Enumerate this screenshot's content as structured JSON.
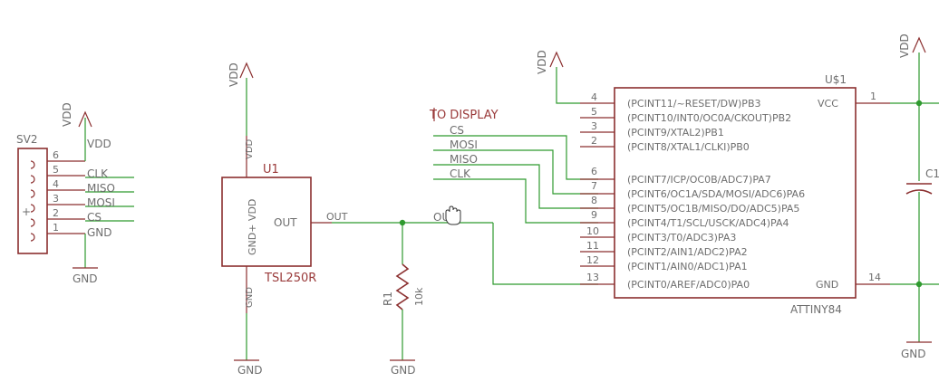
{
  "colors": {
    "wire": "#2f9a2f",
    "part": "#8b2f2f",
    "text": "#6e6e6e",
    "label": "#9a3a3a"
  },
  "sv2": {
    "name": "SV2",
    "pin_numbers": [
      "6",
      "5",
      "4",
      "3",
      "2",
      "1"
    ],
    "net_labels": [
      "VDD",
      "CLK",
      "MISO",
      "MOSI",
      "CS",
      "GND"
    ],
    "plus": "+",
    "vdd": "VDD",
    "gnd": "GND"
  },
  "u1": {
    "name": "U1",
    "value": "TSL250R",
    "body_label": "GND+ VDD",
    "out_pin": "OUT",
    "vdd_pin": "VDD",
    "gnd_pin": "GND",
    "vdd_symbol": "VDD",
    "gnd_symbol": "GND",
    "out_net": "OUT"
  },
  "r1": {
    "name": "R1",
    "value": "10k",
    "gnd": "GND"
  },
  "display": {
    "title": "TO DISPLAY",
    "signals": [
      "CS",
      "MOSI",
      "MISO",
      "CLK"
    ],
    "out_net": "OUT"
  },
  "mcu": {
    "name": "U$1",
    "value": "ATTINY84",
    "vdd_symbol": "VDD",
    "left_pins": [
      {
        "num": "4",
        "label": "(PCINT11/~RESET/DW)PB3"
      },
      {
        "num": "5",
        "label": "(PCINT10/INT0/OC0A/CKOUT)PB2"
      },
      {
        "num": "3",
        "label": "(PCINT9/XTAL2)PB1"
      },
      {
        "num": "2",
        "label": "(PCINT8/XTAL1/CLKI)PB0"
      },
      {
        "num": "6",
        "label": "(PCINT7/ICP/OC0B/ADC7)PA7"
      },
      {
        "num": "7",
        "label": "(PCINT6/OC1A/SDA/MOSI/ADC6)PA6"
      },
      {
        "num": "8",
        "label": "(PCINT5/OC1B/MISO/DO/ADC5)PA5"
      },
      {
        "num": "9",
        "label": "(PCINT4/T1/SCL/USCK/ADC4)PA4"
      },
      {
        "num": "10",
        "label": "(PCINT3/T0/ADC3)PA3"
      },
      {
        "num": "11",
        "label": "(PCINT2/AIN1/ADC2)PA2"
      },
      {
        "num": "12",
        "label": "(PCINT1/AIN0/ADC1)PA1"
      },
      {
        "num": "13",
        "label": "(PCINT0/AREF/ADC0)PA0"
      }
    ],
    "vcc_label": "VCC",
    "vcc_num": "1",
    "gnd_label": "GND",
    "gnd_num": "14"
  },
  "c1": {
    "name": "C1",
    "vdd": "VDD",
    "gnd": "GND"
  }
}
